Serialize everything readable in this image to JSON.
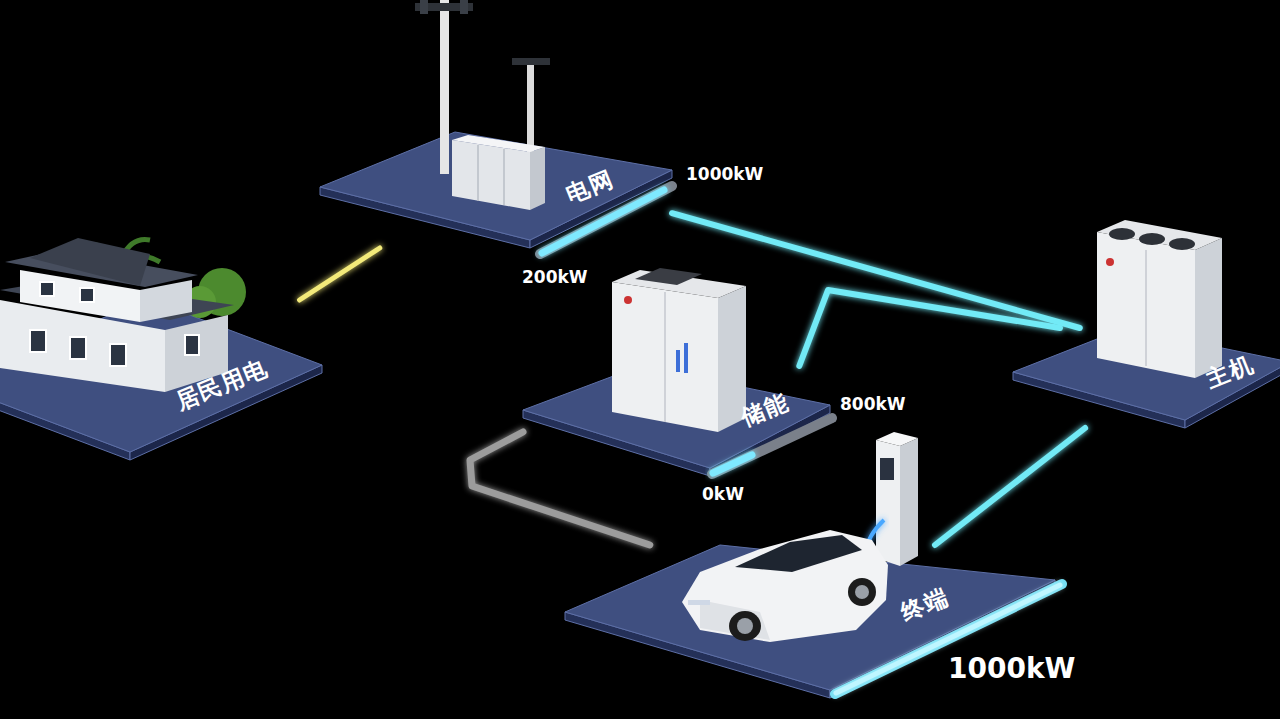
{
  "diagram": {
    "nodes": [
      {
        "text": [
          "电网"
        ]
      },
      {
        "text": [
          "居民用电"
        ]
      },
      {
        "text": [
          "主机"
        ]
      },
      {
        "text": [
          "储能"
        ]
      },
      {
        "text": [
          "终端"
        ]
      }
    ],
    "edges": [
      {
        "from": 1,
        "to": 0,
        "arrow": "none"
      },
      {
        "from": 0,
        "to": 2,
        "arrow": "none"
      },
      {
        "from": 3,
        "to": 2,
        "arrow": "none"
      },
      {
        "from": 2,
        "to": 4,
        "arrow": "none"
      },
      {
        "from": 3,
        "to": 4,
        "arrow": "none"
      }
    ],
    "labels": [
      "1000kW",
      "200kW",
      "800kW",
      "0kW",
      "1000kW"
    ]
  }
}
